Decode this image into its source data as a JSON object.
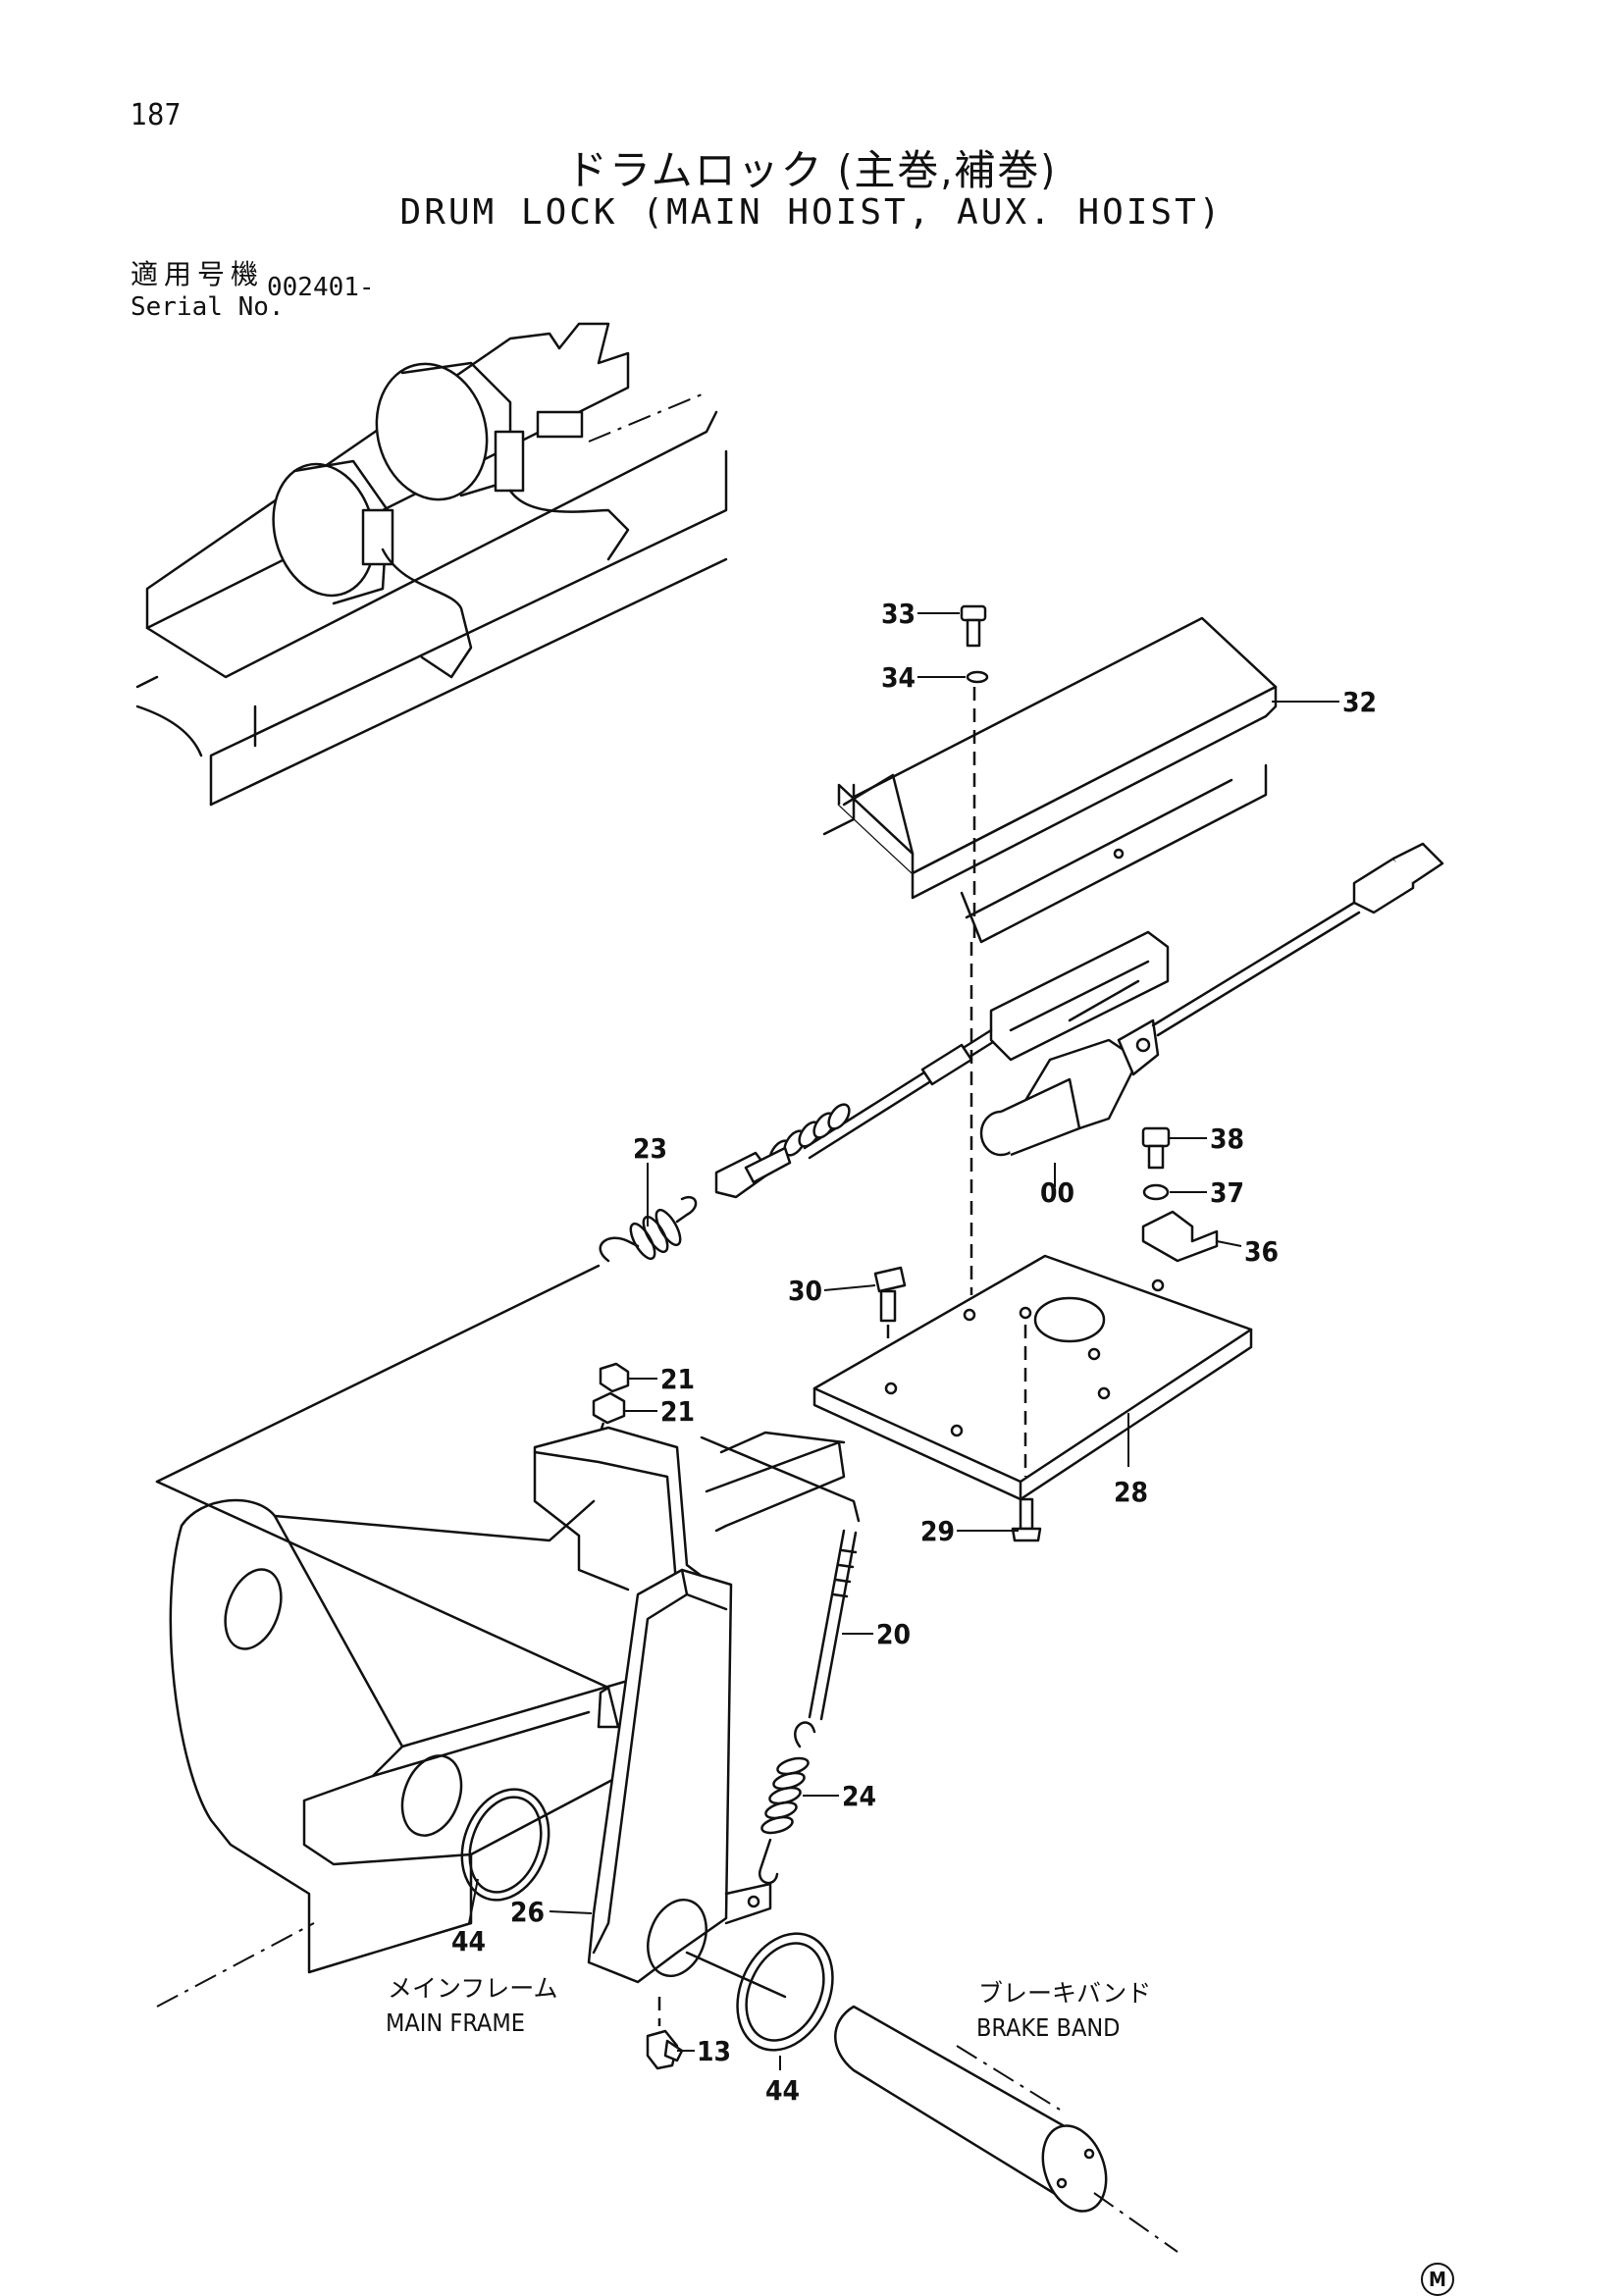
{
  "page": {
    "number": "187",
    "title_jp": "ドラムロック (主巻,補巻)",
    "title_en": "DRUM LOCK (MAIN HOIST, AUX. HOIST)",
    "serial_label_jp": "適用号機",
    "serial_label_en": "Serial No.",
    "serial_value": "002401-",
    "corner_mark": "M"
  },
  "captions": {
    "main_frame_jp": "メインフレーム",
    "main_frame_en": "MAIN FRAME",
    "brake_band_jp": "ブレーキバンド",
    "brake_band_en": "BRAKE BAND"
  },
  "callouts": {
    "c33": "33",
    "c34": "34",
    "c32": "32",
    "c23": "23",
    "c00": "00",
    "c38": "38",
    "c37": "37",
    "c36": "36",
    "c30": "30",
    "c21a": "21",
    "c21b": "21",
    "c28": "28",
    "c29": "29",
    "c20": "20",
    "c24": "24",
    "c26": "26",
    "c44a": "44",
    "c44b": "44",
    "c13": "13"
  }
}
